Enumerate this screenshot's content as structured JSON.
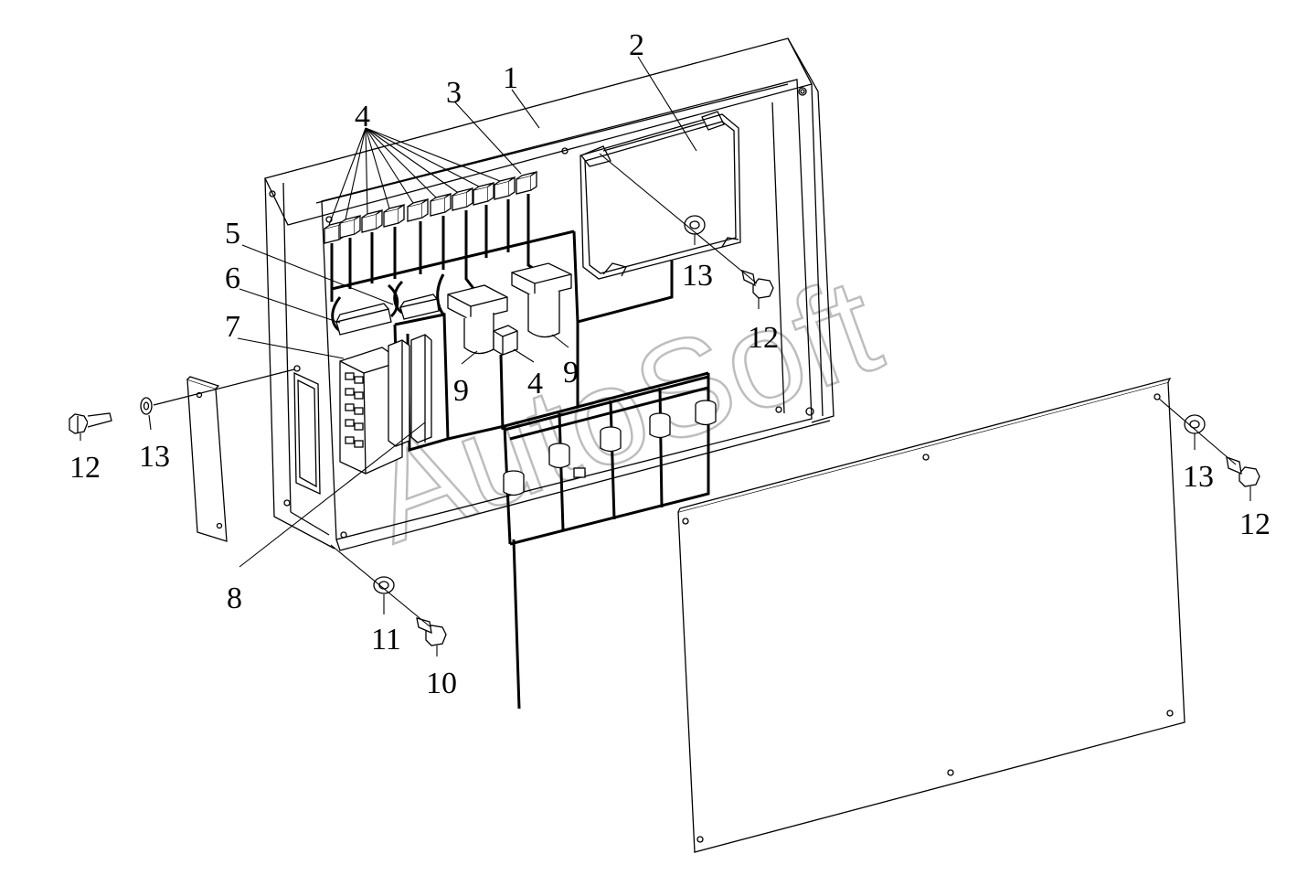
{
  "diagram": {
    "watermark": "AutoSoft",
    "callouts": [
      {
        "id": "c1",
        "label": "1"
      },
      {
        "id": "c2",
        "label": "2"
      },
      {
        "id": "c3",
        "label": "3"
      },
      {
        "id": "c4a",
        "label": "4"
      },
      {
        "id": "c4b",
        "label": "4"
      },
      {
        "id": "c5",
        "label": "5"
      },
      {
        "id": "c6",
        "label": "6"
      },
      {
        "id": "c7",
        "label": "7"
      },
      {
        "id": "c8",
        "label": "8"
      },
      {
        "id": "c9a",
        "label": "9"
      },
      {
        "id": "c9b",
        "label": "9"
      },
      {
        "id": "c10",
        "label": "10"
      },
      {
        "id": "c11",
        "label": "11"
      },
      {
        "id": "c12a",
        "label": "12"
      },
      {
        "id": "c12b",
        "label": "12"
      },
      {
        "id": "c12c",
        "label": "12"
      },
      {
        "id": "c13a",
        "label": "13"
      },
      {
        "id": "c13b",
        "label": "13"
      },
      {
        "id": "c13c",
        "label": "13"
      }
    ]
  }
}
